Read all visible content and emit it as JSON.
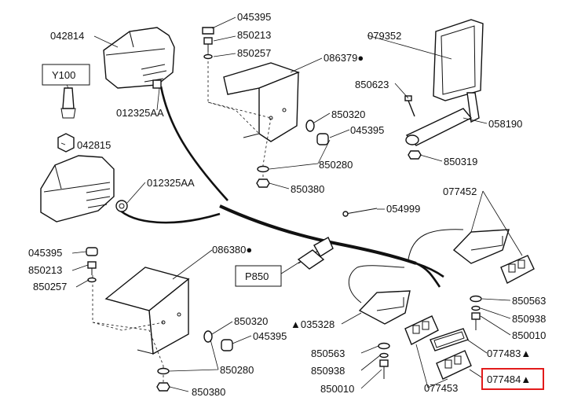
{
  "labels": {
    "p045395_top": "045395",
    "p850213_top": "850213",
    "p850257_top": "850257",
    "p042814": "042814",
    "p086379": "086379●",
    "p079352": "079352",
    "y100": "Y100",
    "p012325aa_top": "012325AA",
    "p850320_top": "850320",
    "p045395_mid": "045395",
    "p850623": "850623",
    "p058190": "058190",
    "p042815": "042815",
    "p850280_top": "850280",
    "p850319": "850319",
    "p012325aa_mid": "012325AA",
    "p850380_top": "850380",
    "p077452": "077452",
    "p054999": "054999",
    "p045395_left": "045395",
    "p086380": "086380●",
    "p850213_left": "850213",
    "p850257_left": "850257",
    "p850": "P850",
    "p850563_right": "850563",
    "p850938_right": "850938",
    "p850010_right": "850010",
    "p035328": "▲035328",
    "p850320_bot": "850320",
    "p045395_bot": "045395",
    "p850563_bot": "850563",
    "p077483": "077483▲",
    "p850280_bot": "850280",
    "p850938_bot": "850938",
    "p850010_bot": "850010",
    "p077453": "077453",
    "p077484": "077484▲",
    "p850380_bot": "850380"
  },
  "highlight_color": "#e21b1b"
}
